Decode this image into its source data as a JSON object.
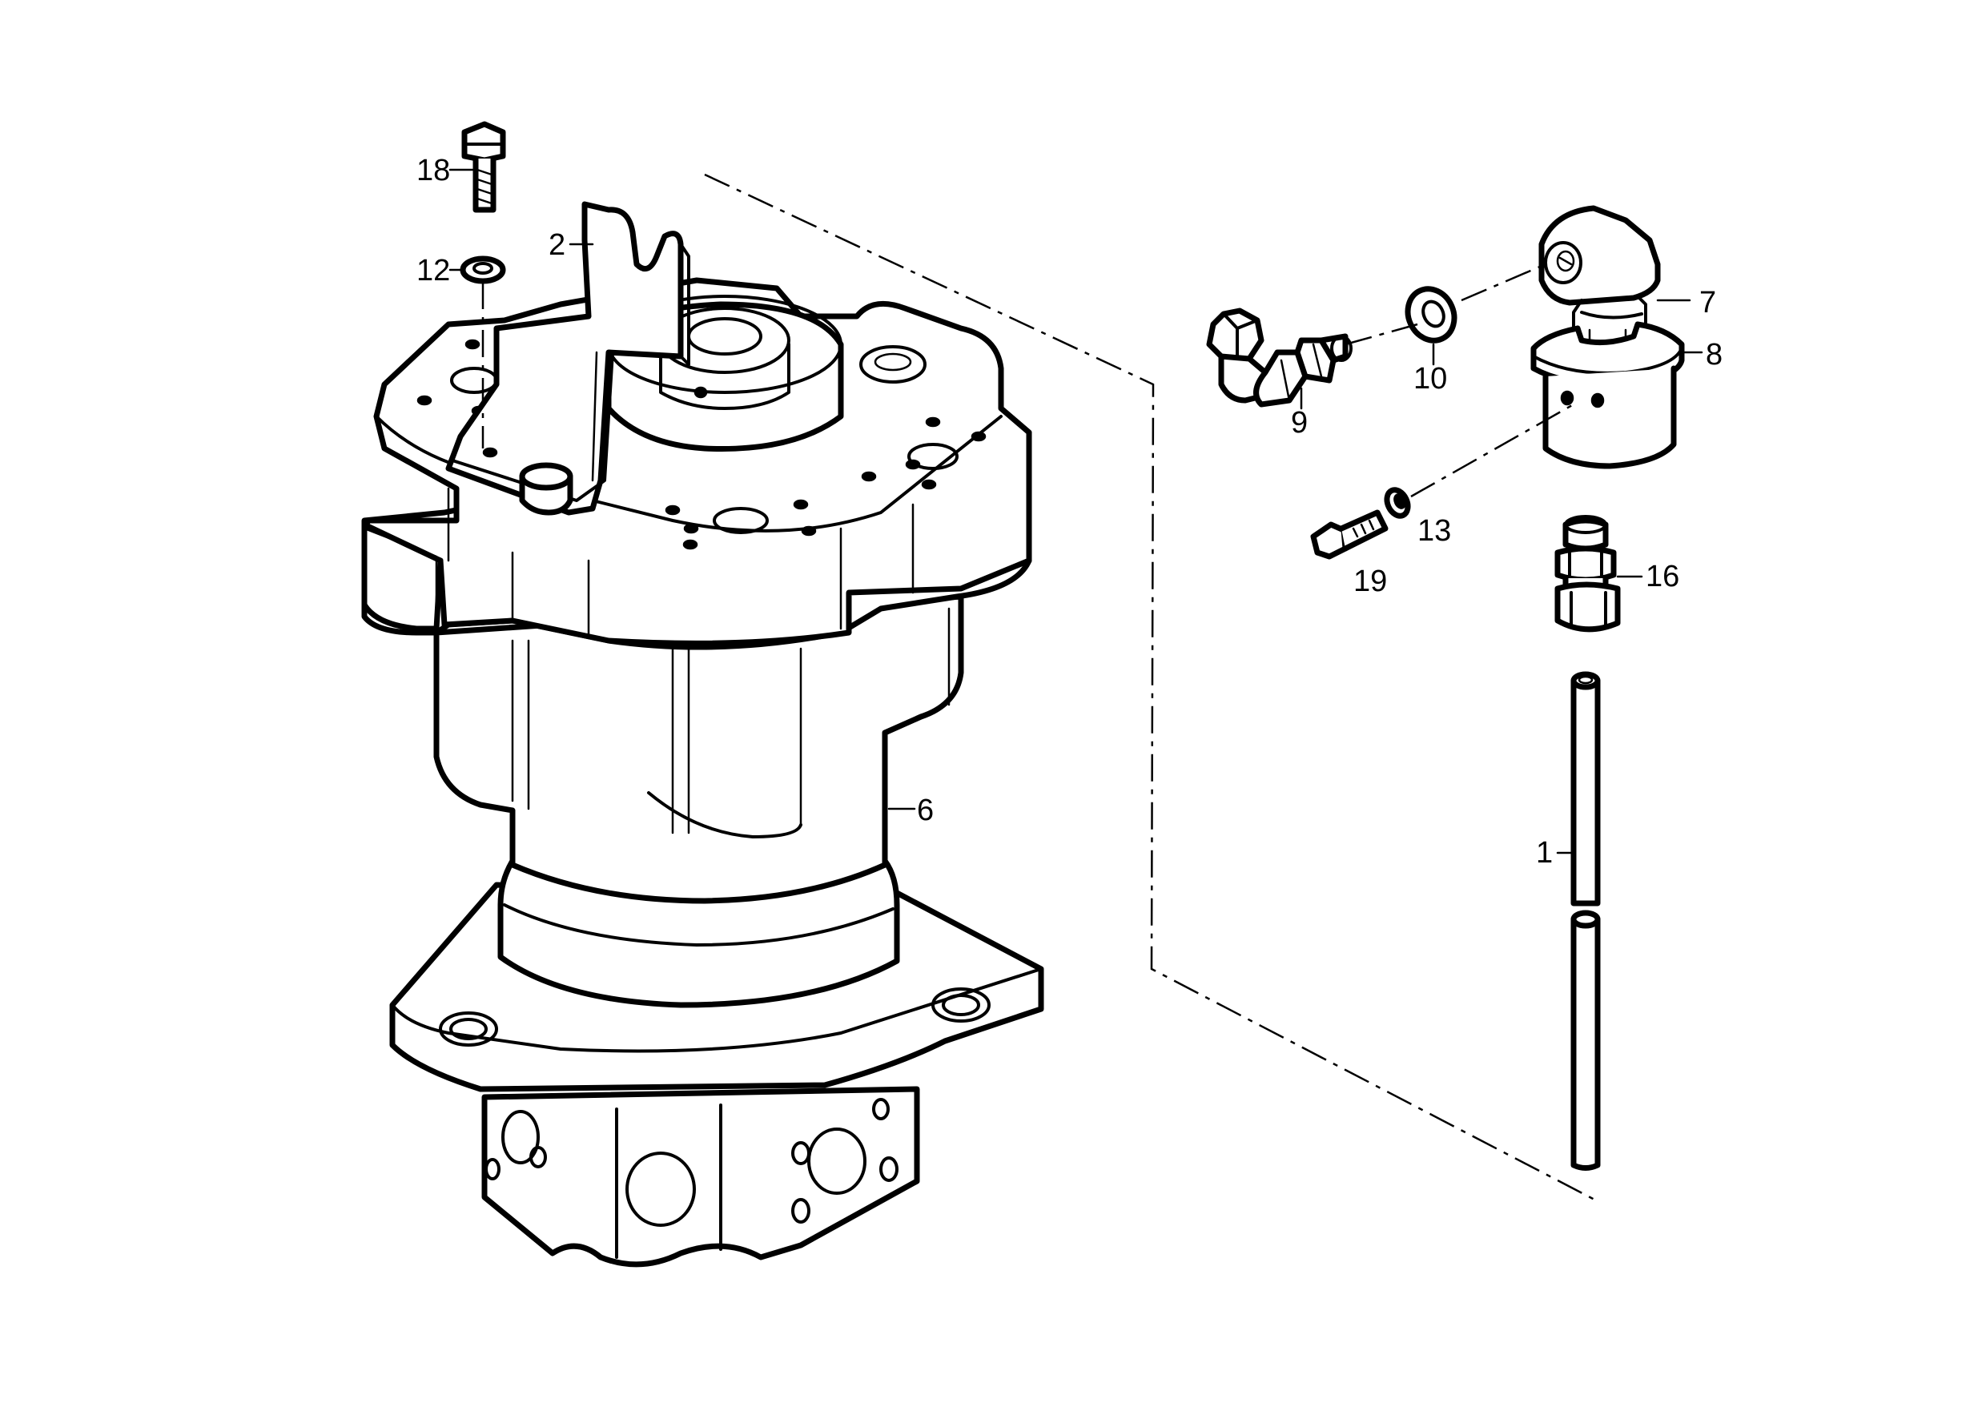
{
  "callouts": [
    {
      "id": "1",
      "text": "1"
    },
    {
      "id": "2",
      "text": "2"
    },
    {
      "id": "6",
      "text": "6"
    },
    {
      "id": "7",
      "text": "7"
    },
    {
      "id": "8",
      "text": "8"
    },
    {
      "id": "9",
      "text": "9"
    },
    {
      "id": "10",
      "text": "10"
    },
    {
      "id": "12",
      "text": "12"
    },
    {
      "id": "13",
      "text": "13"
    },
    {
      "id": "16",
      "text": "16"
    },
    {
      "id": "18",
      "text": "18"
    },
    {
      "id": "19",
      "text": "19"
    }
  ]
}
